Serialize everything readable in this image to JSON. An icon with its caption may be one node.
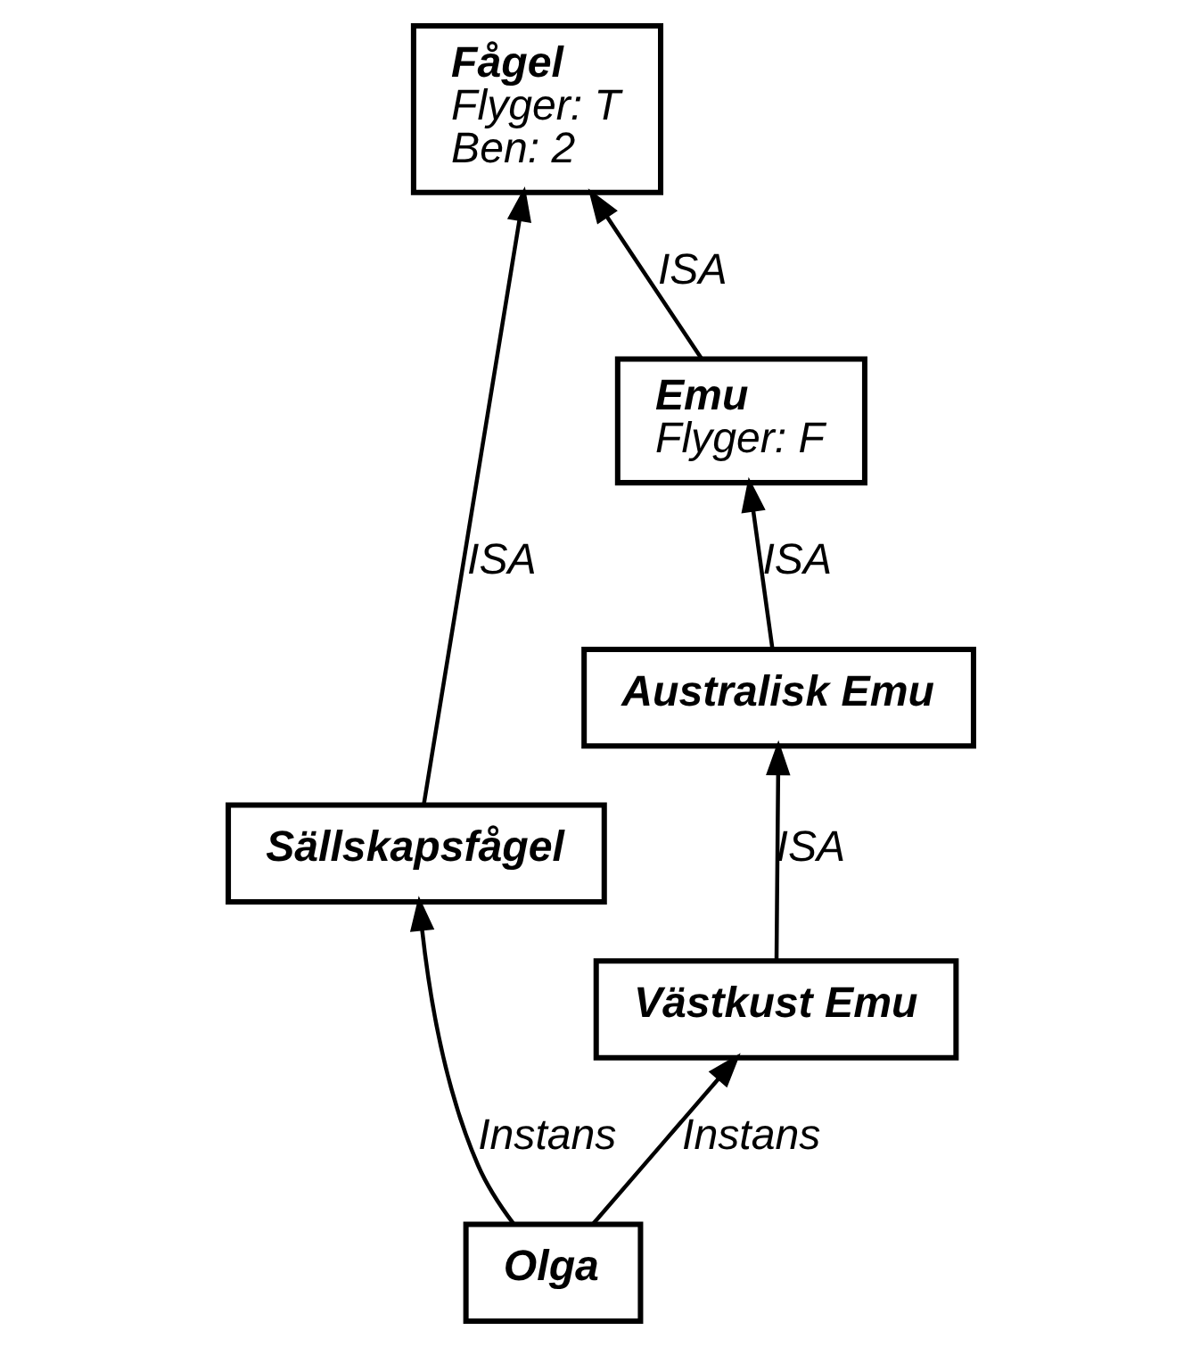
{
  "diagram": {
    "nodes": [
      {
        "text": [
          "Fågel",
          "Flyger: T",
          "Ben: 2"
        ]
      },
      {
        "text": [
          "Emu",
          "Flyger: F"
        ]
      },
      {
        "text": [
          "Australisk Emu"
        ]
      },
      {
        "text": [
          "Sällskapsfågel"
        ]
      },
      {
        "text": [
          "Västkust Emu"
        ]
      },
      {
        "text": [
          "Olga"
        ]
      }
    ],
    "edges": [
      {
        "from": 1,
        "to": 0,
        "arrow": "to",
        "label": "ISA"
      },
      {
        "from": 3,
        "to": 0,
        "arrow": "to",
        "label": "ISA"
      },
      {
        "from": 2,
        "to": 1,
        "arrow": "to",
        "label": "ISA"
      },
      {
        "from": 4,
        "to": 2,
        "arrow": "to",
        "label": "ISA"
      },
      {
        "from": 5,
        "to": 3,
        "arrow": "to",
        "label": "Instans"
      },
      {
        "from": 5,
        "to": 4,
        "arrow": "to",
        "label": "Instans"
      }
    ]
  }
}
